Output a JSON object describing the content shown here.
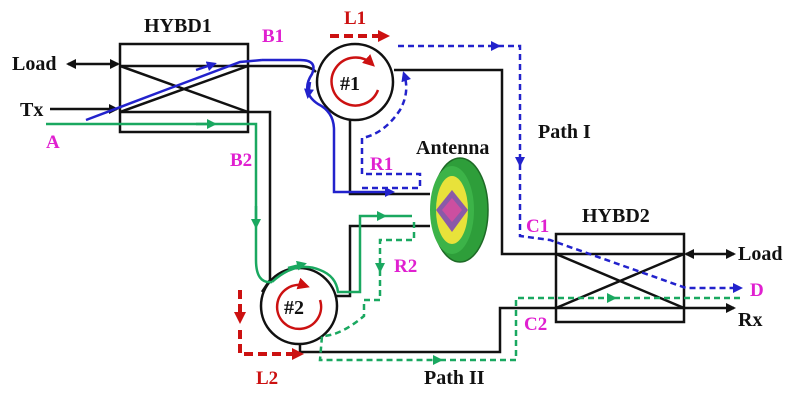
{
  "labels": {
    "hybd1": "HYBD1",
    "hybd2": "HYBD2",
    "load_left": "Load",
    "tx": "Tx",
    "a": "A",
    "b1": "B1",
    "b2": "B2",
    "l1": "L1",
    "l2": "L2",
    "circ1": "#1",
    "circ2": "#2",
    "r1": "R1",
    "r2": "R2",
    "antenna": "Antenna",
    "path1": "Path I",
    "path2": "Path II",
    "c1": "C1",
    "c2": "C2",
    "load_right": "Load",
    "d": "D",
    "rx": "Rx"
  },
  "colors": {
    "black": "#111111",
    "blue": "#2222cc",
    "green": "#1aa860",
    "red": "#cc1111",
    "magenta": "#e020d0",
    "antenna_outer": "#2e9e3a",
    "antenna_ring": "#e8e23a",
    "antenna_core": "#8a5aa8"
  },
  "icons": {
    "circulator": "circulator-icon",
    "antenna": "antenna-icon",
    "hybrid": "hybrid-coupler-icon"
  }
}
